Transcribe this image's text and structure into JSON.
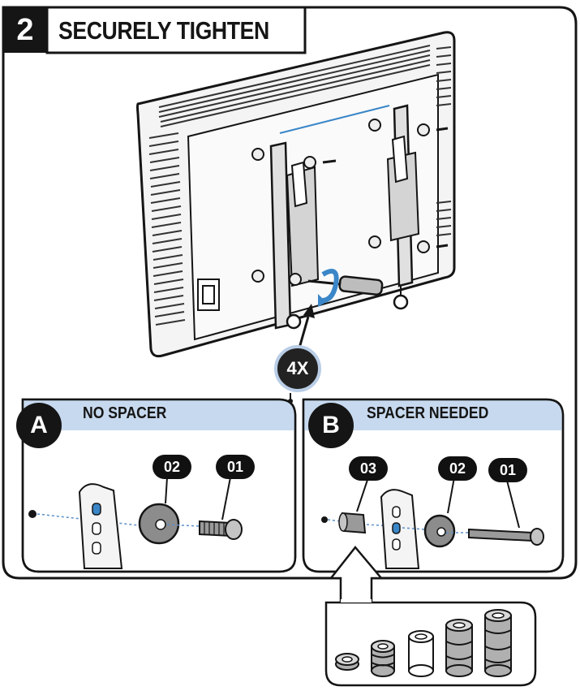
{
  "header": {
    "step": "2",
    "title": "SECURELY TIGHTEN"
  },
  "quantity_badge": "4X",
  "panel_a": {
    "letter": "A",
    "title": "NO SPACER",
    "parts": [
      {
        "label": "02"
      },
      {
        "label": "01"
      }
    ]
  },
  "panel_b": {
    "letter": "B",
    "title": "SPACER NEEDED",
    "parts": [
      {
        "label": "03"
      },
      {
        "label": "02"
      },
      {
        "label": "01"
      }
    ]
  },
  "colors": {
    "ink": "#151515",
    "accent_blue": "#3a86c8",
    "panel_header": "#c7d9ee"
  }
}
